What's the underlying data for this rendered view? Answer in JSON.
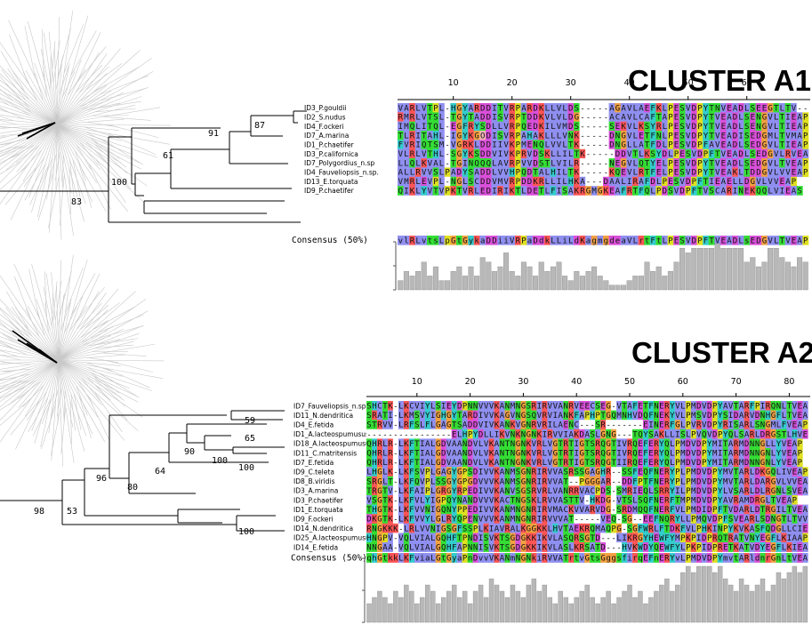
{
  "colors": {
    "A": "#8f8ff0",
    "V": "#8f8ff0",
    "L": "#8f8ff0",
    "I": "#8f8ff0",
    "M": "#8f8ff0",
    "C": "#8f8ff0",
    "F": "#33cccc",
    "W": "#33cccc",
    "Y": "#33cccc",
    "H": "#33cccc",
    "K": "#ff5555",
    "R": "#ff5555",
    "D": "#d94fd9",
    "E": "#d94fd9",
    "S": "#33dd33",
    "T": "#33dd33",
    "N": "#33dd33",
    "Q": "#33dd33",
    "G": "#f2a040",
    "P": "#e0e020",
    "-": "#ffffff",
    "default": "#f4b8b8",
    "bar": "#b8b8b8"
  },
  "clusters": [
    {
      "title": "CLUSTER A1",
      "ruler": [
        "10",
        "20",
        "30",
        "40",
        "50",
        "60"
      ],
      "taxa": [
        "ID3_P.gouldii",
        "ID2_S.nudus",
        "ID4_F.ockeri",
        "ID7_A.marina",
        "ID1_P.chaetifer",
        "ID3_P.californica",
        "ID7_Polygordius_n.sp",
        "ID4_Fauveliopsis_n.sp.",
        "ID13_E.torquata",
        "ID9_P.chaetifer"
      ],
      "sequences": [
        "VARLVTPL-HGYARDDITVRPARDKLLVLDS-----AGAVLAEFKLPESVDPYTNVEADLSEEGTLTV--",
        "RMRLVTSL-TGYTADDISVRPTDDKVLVLDG-----ACAVLCAFTAPESVDPYTVEADLSENGVLTIEAP",
        "IMQLITQL-EGFRYSDLLVRPQEDKILVMDS-----SEKVLKSYRLPESVDPYTVEADLSENGVLTIEAP",
        "TLRITAHL-IGYKGODISVRPAHAKLLLVNK-----DNGVLETFNLPESVDPYTVEADISEDGMLTVMAP",
        "FVRIQTSM-VGRKLDDIIVKPMENQLVVLTK-----DNGLLATFDLPESVDPFAVEADLSEDGVLTIEAP",
        "VLRLVTHL-SGYKSDDVIVKPRVDSKLLILTK-----DDVTLKSYDLPESVDPFTVEADLSEDGVLRVEAP",
        "LLQLKVAL-TGINQQQLAVRPVVDSTLVILR-----NEGVLQTYELPESVDPYTVEADLSEDGVLTVEAP",
        "ALLRVVSLPADYSADDLVVHPQDTALHILTK-----KQEVLRTFELPESVDPYTVEAKLTDDGVLVVEAP",
        "VMRLEVPL-NGLSCDDVMVRPDDKRLLILHKA---DAALIRAFDLPESVDPFTIEAELLDGVLVVEAP",
        "QIKLYVTVPKTVRLEDIRIKTLDETLFISAKRGMGKEAFRTFQLPDSVDPFTVSCARINEKQQLVIEAS"
      ],
      "consensus_label": "Consensus (50%)",
      "consensus": "vlRLvtsLpGtGykaDDiiVRPaDdkLLiLdKagmgdeaVLrtFtLPESVDPFTVEADLsEDGVLTVEAP",
      "conservation": [
        2,
        4,
        3,
        4,
        6,
        3,
        5,
        2,
        2,
        4,
        5,
        3,
        5,
        3,
        7,
        6,
        4,
        5,
        8,
        4,
        3,
        6,
        5,
        3,
        6,
        4,
        5,
        6,
        3,
        2,
        4,
        3,
        4,
        5,
        3,
        2,
        1,
        1,
        1,
        2,
        3,
        3,
        6,
        4,
        5,
        3,
        4,
        6,
        9,
        8,
        9,
        9,
        9,
        9,
        10,
        9,
        9,
        9,
        9,
        6,
        7,
        5,
        6,
        9,
        9,
        7,
        6,
        5,
        7,
        6,
        5,
        6,
        4,
        5,
        6,
        5,
        7,
        5,
        8,
        7,
        8
      ]
    },
    {
      "title": "CLUSTER A2",
      "ruler": [
        "10",
        "20",
        "30",
        "40",
        "50",
        "60",
        "70",
        "80"
      ],
      "taxa": [
        "ID7_Fauveliopsis_n.sp.",
        "ID11_N.dendritica",
        "ID4_E.fetida",
        "ID1_A.lacteospumusus",
        "ID18_A.lacteospumusus",
        "ID11_C.matritensis",
        "ID7_E.fetida",
        "ID9_C.teleta",
        "ID8_B.viridis",
        "ID3_A.marina",
        "ID3_P.chaetifer",
        "ID1_E.torquata",
        "ID9_F.ockeri",
        "ID14_N.dendritica",
        "ID25_A.lacteospumusus",
        "ID14_E.fetida"
      ],
      "sequences": [
        "SHCTK-LKCVIYLSIEYDPNNVVVKANMNGSRIRVVANRVEECSEG-VTAFETFNERYVLPMDVDPYAVTARFPIRQNLTVEAP",
        "SRATI-LKMSVYIGHGYTARDIVVKAGVNGSQVRVIANKFAPHPTGQMNHVDQFNEKYVLPMSVDPYSIDARVDNHGFLTVEAA",
        "STRVV-LRFSLFLGAGTSADDVIVKANKVGNRVRILAENC---SR-------EINERFGLPVRVDPYRISARLSNGMLFVEAP",
        "----------------ELHPYDLLIKVNKNGNKIRVVIAKDASLGNG---TQYSAKLLISLPVQVDPYQLSARLDRGSTLHVEAP",
        "QHRLR-LKFTIALGDVAANDVLVKANTNGNKVRLVGTRTIGTSRQGTIVRQEFERYQLPMDVDPYMITARMDNNGLLYVEAP",
        "QHRLR-LKFTIALGDVAANDVLVKANTNGNKVRLVGTRTIGTSRQGTIVRQEFERYQLPMDVDPYMITARMDNNGNLYVEAP",
        "QHRLR-LKFTIALGDVAANDVLVKANTNGNKVRLVGTRTIGTSRQGTIIRQEFERYQLPMDVDPYMITARMDNNGNLYVEAP",
        "LHGLK-LKFSVPLGAGYGPSDIVVKANMSGNRIRVVASRSSGAGHR--SSFEQFNERYPLPMDVDPYMVTARLDKGQLIVEAP",
        "SRGLT-LKFQVPLSSGYGPGDVVVKANMSGNRIRVVAT--PGGGAR--DDFPTFNERYPLPMDVDPYMVTARLDARGVLVVEAP",
        "TRGTV-LKFAIPLGRGYRPEDIVVKANVSGSRVRLVANRRVACPDS-SMRIEQLSRRYILPMDVDPYLVSARLDLRGNLSVEAP",
        "VSGTK-LKFVLYIGPQYNANDVVVKACTNGSKLRVVASTTV-HKDG-VTSLSQFNERFTMPMDVDPYAVRAMDRGLTVEAP",
        "THGTK-LKFVVNIGQNYPPEDIVVKANMNGNRIRVMACKVVARVDG-SRDMQQFNERFVLPMDIDPFTVDARLDTRGILTVEAP",
        "DKGTK-LKFVVYLGLRYQPENVVVKANMNGNRIRVVVAT-----VEQ-SG--EEFNQRYLLPMQVDPFSVEARLSDNGTLTVVAP",
        "RNGKKK-LRLVVNIGSGFSSPLKIAVRALKGGKKLHVTAEKRQMAQPG-SGFWRLFTDKFVLPHKINPYKVKASFQDGLLCIEAP",
        "HNGPV-VQLVIALGQHFTPNDISVKTSGDGKKIKVLASQRSGTD---LIKRGYHEWFYMPKPIDPRQTRATVNYEGFLKIAAP",
        "NNGAA-VQLVIALGQHFAPNNISVKTSGDGKKIKVLASLKRSATD---HVKWDYQEWFYLPKPIDPRETKATVDYEGFLKIEAP"
      ],
      "consensus_label": "Consensus (50%)",
      "consensus": "qhGtkkLKFviaLGtGyaPnDvvVKANmNGNkiRVVATrtvGtsGggsfirqEFnERYvLPMDVDPYmvtARldnrGnLtVEAP",
      "conservation": [
        3,
        4,
        5,
        4,
        3,
        5,
        4,
        6,
        5,
        3,
        4,
        6,
        5,
        3,
        4,
        5,
        6,
        4,
        5,
        3,
        5,
        6,
        4,
        7,
        6,
        5,
        4,
        6,
        5,
        4,
        6,
        7,
        5,
        6,
        4,
        3,
        5,
        4,
        3,
        4,
        5,
        6,
        4,
        3,
        4,
        5,
        3,
        4,
        5,
        6,
        4,
        5,
        3,
        4,
        5,
        6,
        7,
        5,
        6,
        8,
        9,
        8,
        9,
        9,
        9,
        8,
        9,
        7,
        6,
        5,
        7,
        6,
        5,
        6,
        7,
        5,
        6,
        8,
        7,
        8,
        9,
        8,
        9,
        9
      ]
    }
  ],
  "trees": [
    {
      "bootstrap": [
        "87",
        "91",
        "61",
        "100",
        "83"
      ]
    },
    {
      "bootstrap": [
        "59",
        "65",
        "90",
        "100",
        "100",
        "64",
        "80",
        "96",
        "53",
        "100",
        "98"
      ]
    }
  ]
}
